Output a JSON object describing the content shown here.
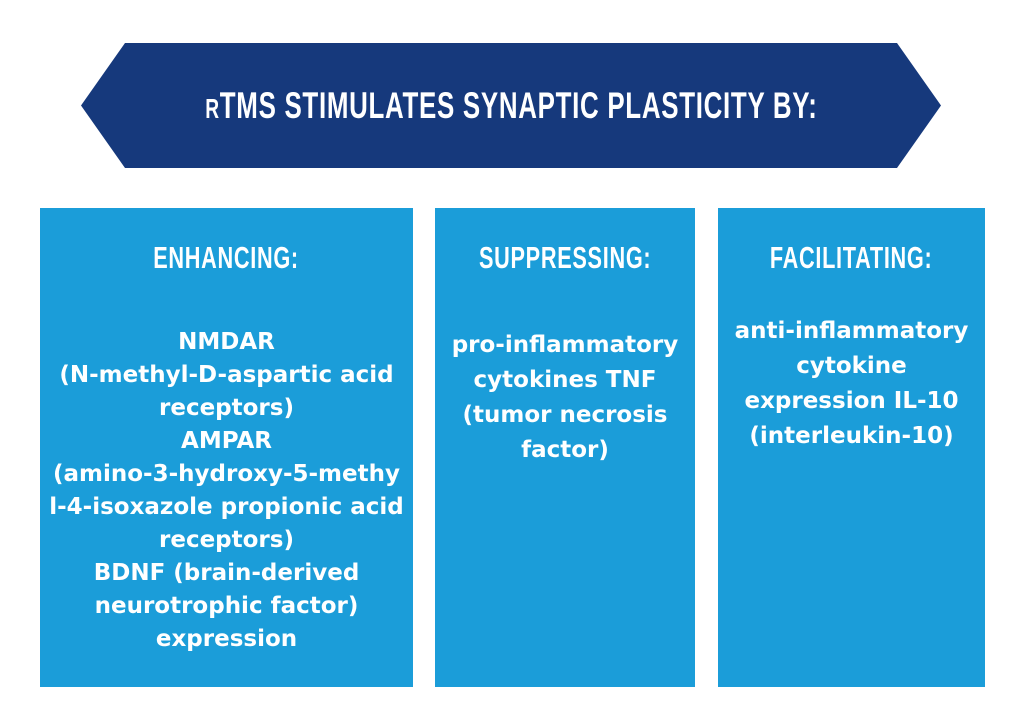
{
  "banner": {
    "title": "rTMS STIMULATES SYNAPTIC PLASTICITY BY:"
  },
  "colors": {
    "banner_navy": "#16397C",
    "column_blue": "#1B9DD9",
    "text_white": "#FFFFFF"
  },
  "columns": [
    {
      "header": "ENHANCING:",
      "lines": [
        "NMDAR",
        "(N-methyl-D-aspartic acid",
        "receptors)",
        "AMPAR",
        "(amino-3-hydroxy-5-methy",
        "l-4-isoxazole propionic acid",
        "receptors)",
        "BDNF (brain-derived",
        "neurotrophic factor)",
        "expression"
      ]
    },
    {
      "header": "SUPPRESSING:",
      "lines": [
        "pro-inflammatory",
        "cytokines TNF",
        "(tumor necrosis",
        "factor)"
      ]
    },
    {
      "header": "FACILITATING:",
      "lines": [
        "anti-inflammatory",
        "cytokine",
        "expression IL-10",
        "(interleukin-10)"
      ]
    }
  ]
}
